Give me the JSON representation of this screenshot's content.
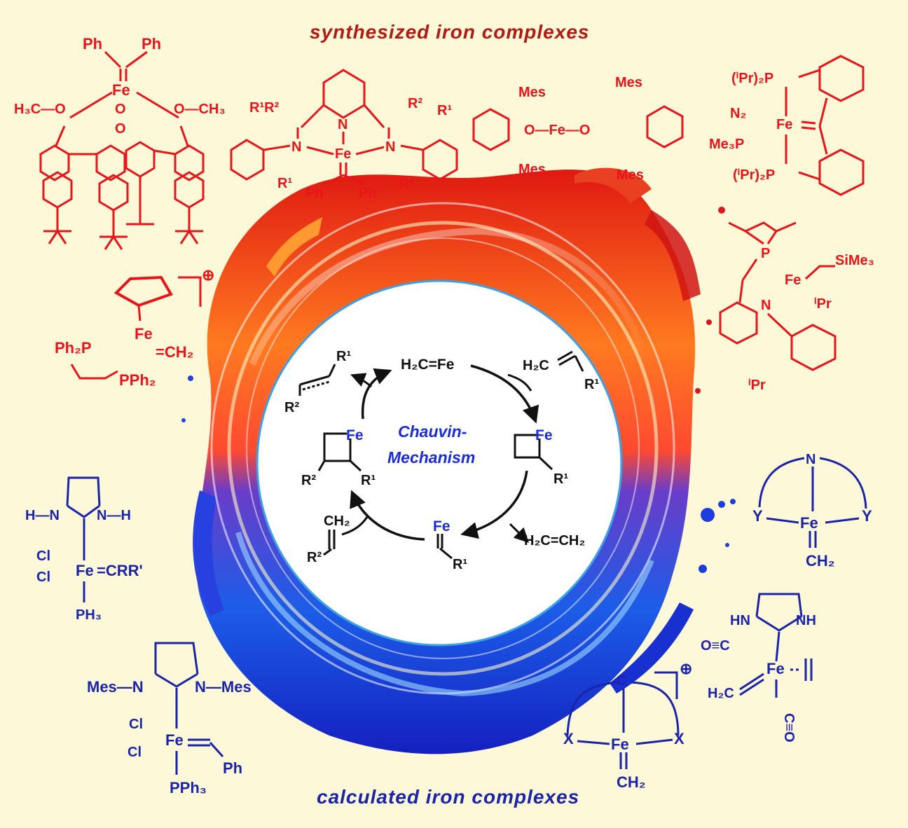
{
  "headings": {
    "top": "synthesized iron complexes",
    "bottom": "calculated iron complexes"
  },
  "colors": {
    "background": "#fdf8d8",
    "synthesized": "#e8141a",
    "synthesized_heading": "#b01c14",
    "calculated": "#1a24a8",
    "cycle_text": "#111111",
    "cycle_label": "#1a2cd8"
  },
  "cycle": {
    "title_line1": "Chauvin-",
    "title_line2": "Mechanism",
    "carbene": "H₂C=Fe",
    "olefin_in": "H₂C",
    "olefin_in_r": "R¹",
    "mc_right_fe": "Fe",
    "mc_right_r": "R¹",
    "alkylidene_fe": "Fe",
    "alkylidene_r": "R¹",
    "ethylene_out": "H₂C=CH₂",
    "olefin_left_top": "CH₂",
    "olefin_left_r": "R²",
    "mc_left_fe": "Fe",
    "mc_left_r2": "R²",
    "mc_left_r1": "R¹",
    "product_r1": "R¹",
    "product_r2": "R²"
  },
  "synthesized": {
    "calixarene": {
      "ph1": "Ph",
      "ph2": "Ph",
      "fe": "Fe",
      "ome_left": "H₃C—O",
      "ome_right": "O—CH₃",
      "o1": "O",
      "o2": "O"
    },
    "pdi": {
      "r1r2_left": "R¹R²",
      "r2_right": "R²",
      "r1_right": "R¹",
      "n_left": "N",
      "n_py": "N",
      "n_right": "N",
      "fe": "Fe",
      "r1_bl": "R¹",
      "r1_br": "R¹",
      "ph_left": "Ph",
      "ph_right": "Ph"
    },
    "aryloxide": {
      "mes_tl": "Mes",
      "mes_bl": "Mes",
      "mes_tr": "Mes",
      "mes_br": "Mes",
      "center": "O—Fe—O"
    },
    "pcp": {
      "p_top": "(ⁱPr)₂P",
      "n2": "N₂",
      "fe": "Fe",
      "pme3": "Me₃P",
      "p_bot": "(ⁱPr)₂P"
    },
    "cp_star": {
      "plus": "⊕",
      "fe": "Fe",
      "ch2": "=CH₂",
      "pph2_left": "Ph₂P",
      "pph2_bot": "PPh₂"
    },
    "pnn": {
      "p": "P",
      "fe": "Fe",
      "sime3": "SiMe₃",
      "n": "N",
      "ipr_top": "ⁱPr",
      "ipr_bot": "ⁱPr"
    }
  },
  "calculated": {
    "nhc_simple": {
      "h_left": "H—N",
      "h_right": "N—H",
      "cl1": "Cl",
      "cl2": "Cl",
      "fe": "Fe",
      "crr": "=CRR'",
      "ph3": "PH₃"
    },
    "grubbs": {
      "mes_left": "Mes—N",
      "mes_right": "N—Mes",
      "cl1": "Cl",
      "cl2": "Cl",
      "fe": "Fe",
      "ph": "Ph",
      "pph3": "PPh₃"
    },
    "pincer_xcx": {
      "c": "C",
      "plus": "⊕",
      "x_left": "X",
      "fe": "Fe",
      "x_right": "X",
      "ch2": "CH₂"
    },
    "nhc_co": {
      "hn": "HN",
      "nh": "NH",
      "oc": "O≡C",
      "fe": "Fe",
      "h2c": "H₂C",
      "co": "C≡O"
    },
    "pincer_yny": {
      "n": "N",
      "y_left": "Y",
      "fe": "Fe",
      "y_right": "Y",
      "ch2": "CH₂"
    }
  }
}
